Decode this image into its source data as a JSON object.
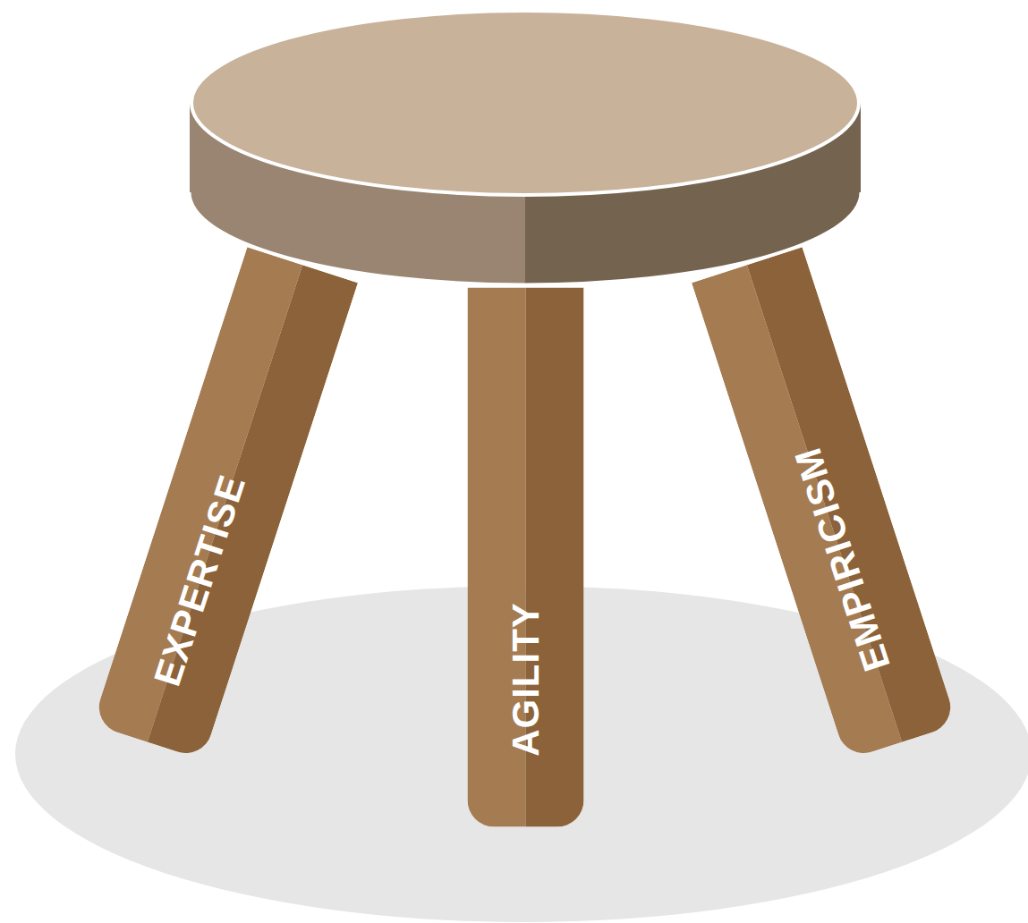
{
  "diagram": {
    "nodes": [
      {
        "text": [
          "EXPERTISE"
        ]
      },
      {
        "text": [
          "AGILITY"
        ]
      },
      {
        "text": [
          "EMPIRICISM"
        ]
      }
    ]
  }
}
